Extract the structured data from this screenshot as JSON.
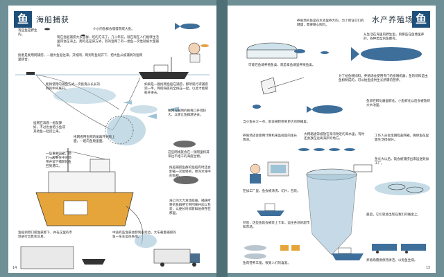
{
  "left_page": {
    "badge": "鱼",
    "heading": "海船捕获",
    "page_number": "14",
    "captions": {
      "c1": "有些鱼是野生的。",
      "c2": "小小的鱼群会慢慢游成大鱼。",
      "c3": "现在渔船捕捞大多鱼群，吃的方法了，几十年前，就在现在人们能够生活里得会在海上，用的还是旧方式，有的渔网了的一批鱼一次性就被大量捕获。",
      "c4": "拖者是要用网捕捞，一艘大鱼船往来，开拖网，网到有鱼就开下，把大鱼从被捕到的渔网里接合。",
      "c5": "能夠使用的捕鱼方式一次拖曳从长长的网的中间展开。",
      "c6": "如果是一艘拖网渔船在捕捞，那所就行得捕捞完一半，网把海底的全拖在一起，以此才能把船开进去。",
      "c7": "拖网与拖网的拖曳口开得较大，以便让鱼群游进去。",
      "c8": "挂网在海底一拖就算好，不过也会把小鱼或其他鱼一起捞上来。",
      "c9": "这些网线就会在一张网里将其带往不相干的海底生物。",
      "c10": "一些重要的是，他们一般要在中间地带并留下捕获的鱼回到港口。",
      "c11": "拖网者用鱼网的尾端开到船上面，一起向鱼舱里面。",
      "c12": "拖船捕捞鱼群的渔船有时还会卸载一次能够到，更深水域中的鱼群。",
      "c13": "海上的大力发动船舶，捕获所获的鱼群把它带回来并加以包装，以便长时间新鲜地保存在那里。",
      "c14": "渔船到港口把渔获卸下，并在这里的市场进行出售和交易。",
      "c15": "中途有些渔获会卸到船旁边，大车载着捕捞的鱼一车车运往各地。"
    }
  },
  "right_page": {
    "badge": "鱼",
    "heading": "水产养殖场",
    "page_number": "15",
    "captions": {
      "r1": "养殖场的鱼是在水池里养大的，为了保证它们的健康，需要精心照料。",
      "r2": "从生活在海里的野生鱼，到那些在鱼塘里养的，各种类型的鱼都有。",
      "r3": "可能在鱼塘养殖鱼类，就是拿鱼塘里养殖鱼类。",
      "r4": "为了给鱼喂饲料，养殖场会使用专门的投喂机器，鱼的饲料是由鱼粉制成的，可以给鱼提供生长所需的营养。",
      "r5": "鱼卵在孵化器里孵化，小鱼孵化以后会被放到大水池里。",
      "r6": "当小鱼长大一点，就会被转移到更大的网箱里。",
      "r7": "养殖场还会使用计算机来监控鱼的生长情况。",
      "r8": "大网箱通常被放在海湾附近的海水里，有时还会放在远离海岸的地方。",
      "r9": "工作人员会定期检查网箱，确保鱼在里面生活得很好。",
      "r10": "鱼长大以后，就会被捕捞出来运送到加工厂。",
      "r11": "在加工厂里，鱼会被清洗、切片、包装。",
      "r12": "然后，这些鱼就会被装上卡车，运往各地的超市和市场。",
      "r13": "最后，它们就会出现在我们的餐桌上。",
      "r14": "鱼肉营养丰富，很受人们的喜爱。",
      "r15": "养殖场需要保持清洁，以免鱼生病。"
    }
  },
  "colors": {
    "background": "#6f8f96",
    "page": "#ffffff",
    "badge": "#1d4f7a",
    "ink_blue": "#3d6f9a",
    "boat_orange": "#e6a53a",
    "sea_blue": "#9fc3d6"
  }
}
